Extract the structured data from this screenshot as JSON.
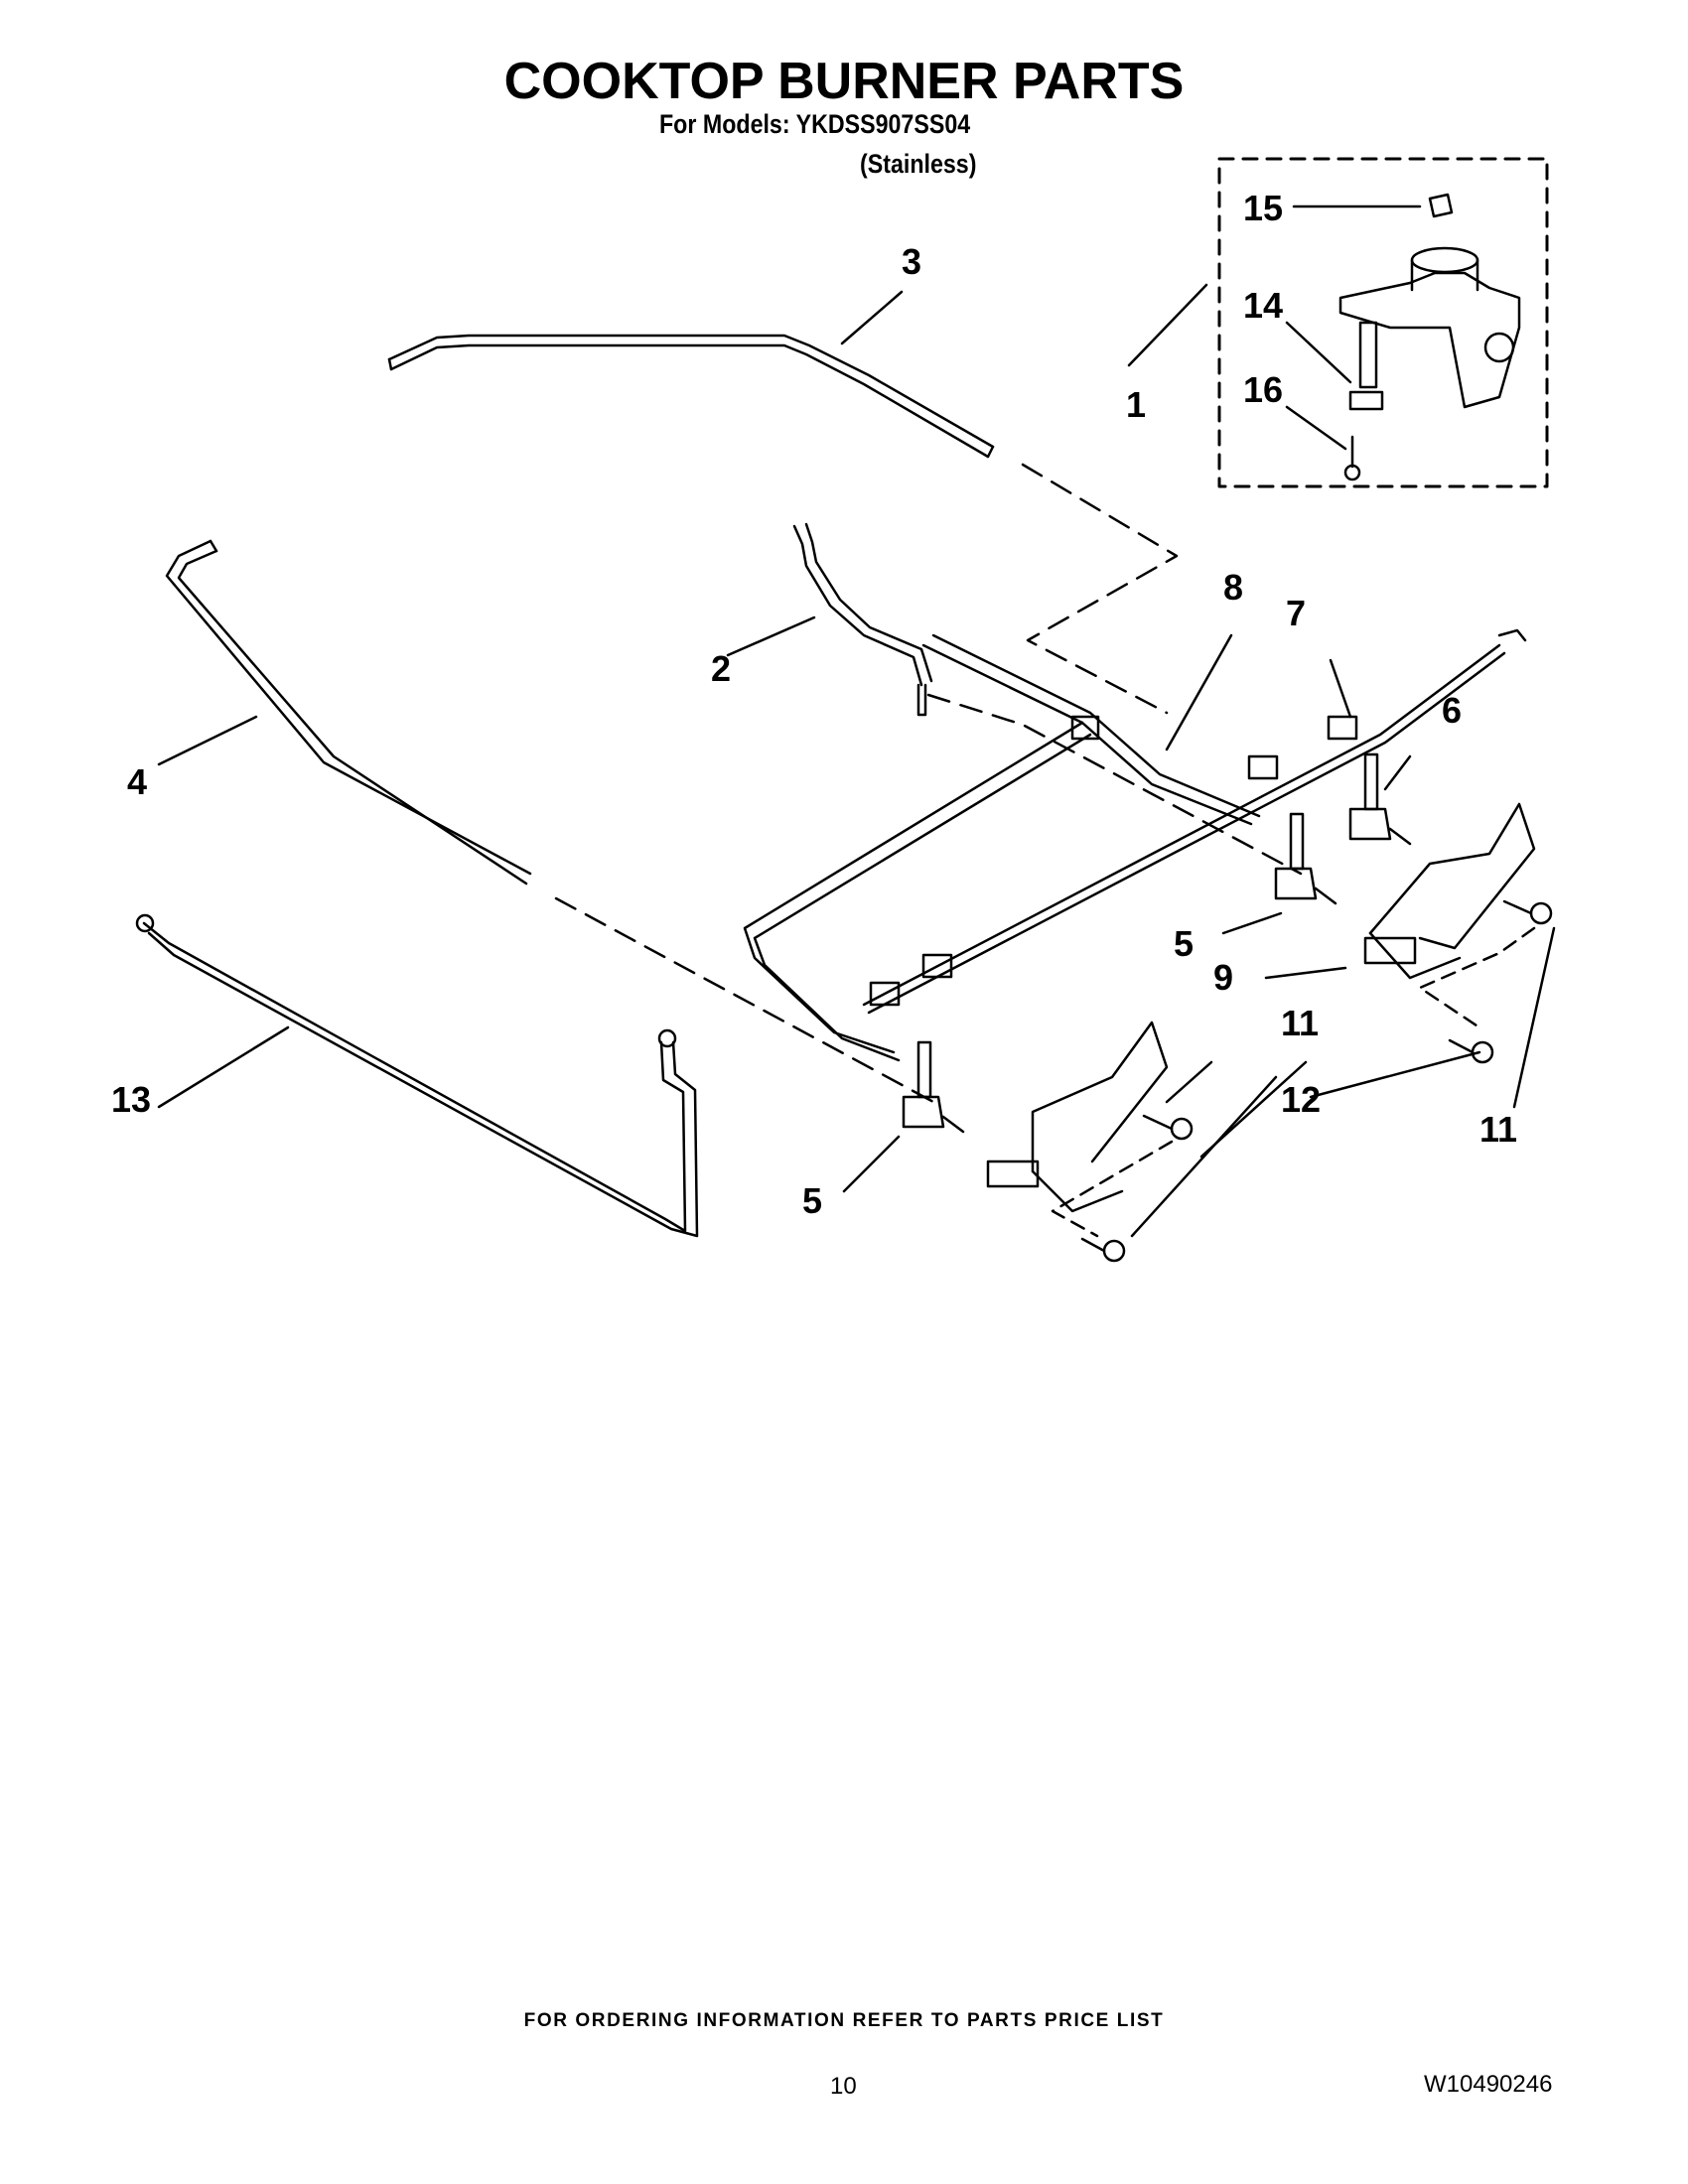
{
  "header": {
    "title": "COOKTOP BURNER PARTS",
    "models_line": "For Models: YKDSS907SS04",
    "variant": "(Stainless)"
  },
  "callouts": [
    "1",
    "2",
    "3",
    "4",
    "5",
    "5",
    "6",
    "7",
    "8",
    "9",
    "11",
    "11",
    "12",
    "13",
    "14",
    "15",
    "16"
  ],
  "footer": {
    "ordering_note": "FOR ORDERING INFORMATION REFER TO PARTS PRICE LIST",
    "page_number": "10",
    "document_number": "W10490246"
  }
}
